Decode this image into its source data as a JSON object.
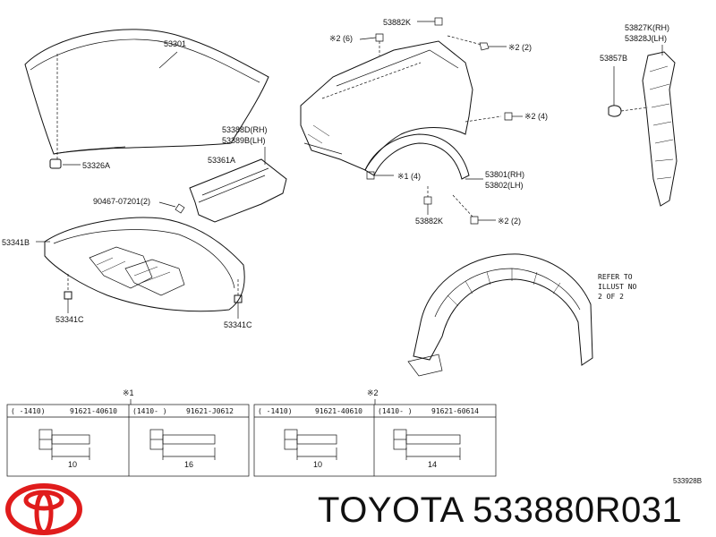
{
  "labels": {
    "hood": "53301",
    "hood_cushion": "53326A",
    "seal_rh_lh": [
      "53388D(RH)",
      "53389B(LH)"
    ],
    "seal_part": "53361A",
    "clip_9046": "90467-07201(2)",
    "insulator": "53341B",
    "insulator_clip_l": "53341C",
    "insulator_clip_r": "53341C",
    "fender_clip_top": "53882K",
    "fender_bolt_top_left": "※2 (6)",
    "fender_bolt_top_right": "※2 (2)",
    "fender_bolt_mid": "※2 (4)",
    "fender_bolt_low": "※1 (4)",
    "fender": [
      "53801(RH)",
      "53802(LH)"
    ],
    "fender_clip_bottom": "53882K",
    "fender_bolt_bottom": "※2 (2)",
    "bracket": [
      "53827K(RH)",
      "53828J(LH)"
    ],
    "bracket_clip": "53857B",
    "refer_note": [
      "REFER TO",
      "ILLUST NO",
      "2 OF 2"
    ],
    "diagram_code": "533928B"
  },
  "bolt_tables": [
    {
      "marker": "※1",
      "cells": [
        {
          "range": "(   -1410)",
          "part": "91621-40610",
          "length": "10"
        },
        {
          "range": "(1410-   )",
          "part": "91621-J0612",
          "length": "16"
        }
      ]
    },
    {
      "marker": "※2",
      "cells": [
        {
          "range": "(   -1410)",
          "part": "91621-40610",
          "length": "10"
        },
        {
          "range": "(1410-   )",
          "part": "91621-60614",
          "length": "14"
        }
      ]
    }
  ],
  "brand_text": "TOYOTA 533880R031",
  "colors": {
    "logo_red": "#e01c1c",
    "line": "#111111"
  }
}
